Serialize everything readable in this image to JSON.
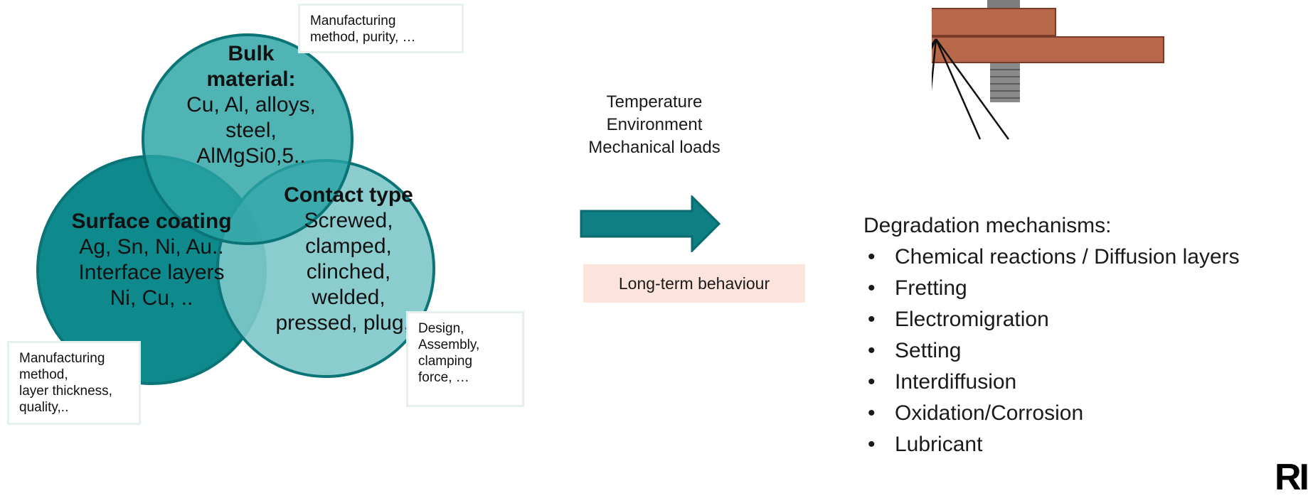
{
  "circles": {
    "bulk": {
      "heading": "Bulk",
      "heading2": "material:",
      "lines": [
        "Cu, Al, alloys,",
        "steel,",
        "AlMgSi0,5.."
      ]
    },
    "surface": {
      "heading": "Surface coating",
      "lines": [
        "Ag, Sn, Ni, Au..",
        "Interface layers",
        "Ni, Cu, .."
      ]
    },
    "contact": {
      "heading": "Contact type",
      "lines": [
        "Screwed,",
        "clamped,",
        "clinched,",
        "welded,",
        "pressed, plug,.."
      ]
    }
  },
  "notes": {
    "bulk": [
      "Manufacturing",
      "method, purity, …"
    ],
    "surface": [
      "Manufacturing",
      "method,",
      "layer thickness,",
      "quality,.."
    ],
    "contact": [
      "Design,",
      "Assembly,",
      "clamping",
      "force, …"
    ]
  },
  "factors": [
    "Temperature",
    "Environment",
    "Mechanical loads"
  ],
  "long_term_label": "Long-term behaviour",
  "mechanisms": {
    "title": "Degradation mechanisms:",
    "bullet": "•",
    "items": [
      "Chemical reactions / Diffusion layers",
      "Fretting",
      "Electromigration",
      "Setting",
      "Interdiffusion",
      "Oxidation/Corrosion",
      "Lubricant"
    ]
  },
  "logo": {
    "text": "RI."
  },
  "colors": {
    "circle_dark": "#0e8a8c",
    "circle_mid": "#2aa2a4",
    "circle_light": "#7ec8ca",
    "arrow": "#0e7f83",
    "busbar": "#b8674a",
    "note_border": "#e6f0ee",
    "long_term_bg": "#fce4dc"
  }
}
